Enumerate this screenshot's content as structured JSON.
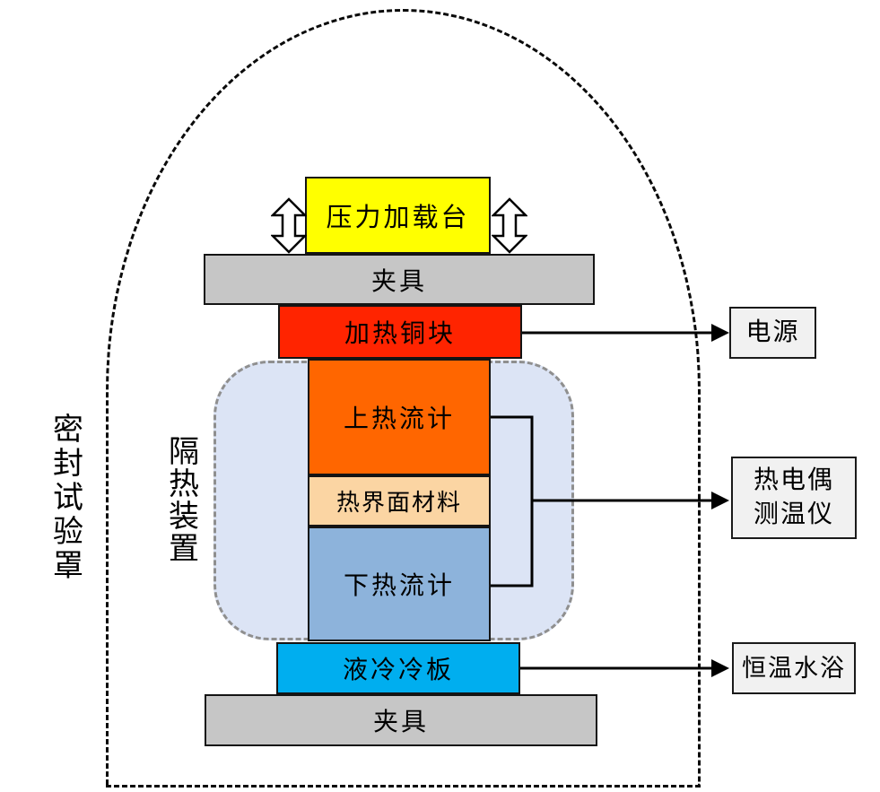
{
  "enclosure": {
    "label": "密封试验罩"
  },
  "insulation": {
    "label": "隔热装置",
    "fill": "#DCE4F5"
  },
  "stack": {
    "pressure_stage": {
      "label": "压力加载台",
      "color": "#FFFF00"
    },
    "fixture_top": {
      "label": "夹具",
      "color": "#C6C6C6"
    },
    "heating_block": {
      "label": "加热铜块",
      "color": "#FF2400"
    },
    "upper_hfm": {
      "label": "上热流计",
      "color": "#FF6600"
    },
    "tim": {
      "label": "热界面材料",
      "color": "#FBD5A3"
    },
    "lower_hfm": {
      "label": "下热流计",
      "color": "#8DB3DB"
    },
    "cold_plate": {
      "label": "液冷冷板",
      "color": "#00AEEF"
    },
    "fixture_bottom": {
      "label": "夹具",
      "color": "#C6C6C6"
    }
  },
  "external": {
    "power": {
      "label": "电源"
    },
    "thermocouple": {
      "line1": "热电偶",
      "line2": "测温仪"
    },
    "water_bath": {
      "label": "恒温水浴"
    }
  },
  "icons": {
    "load_arrow": "double-headed-vertical-arrow"
  },
  "colors": {
    "enclosure_dash": "#0A0A0A",
    "insulation_dash": "#8F8F8F",
    "box_border": "#141414",
    "external_fill": "#F1F1F1",
    "connector": "#000000"
  }
}
